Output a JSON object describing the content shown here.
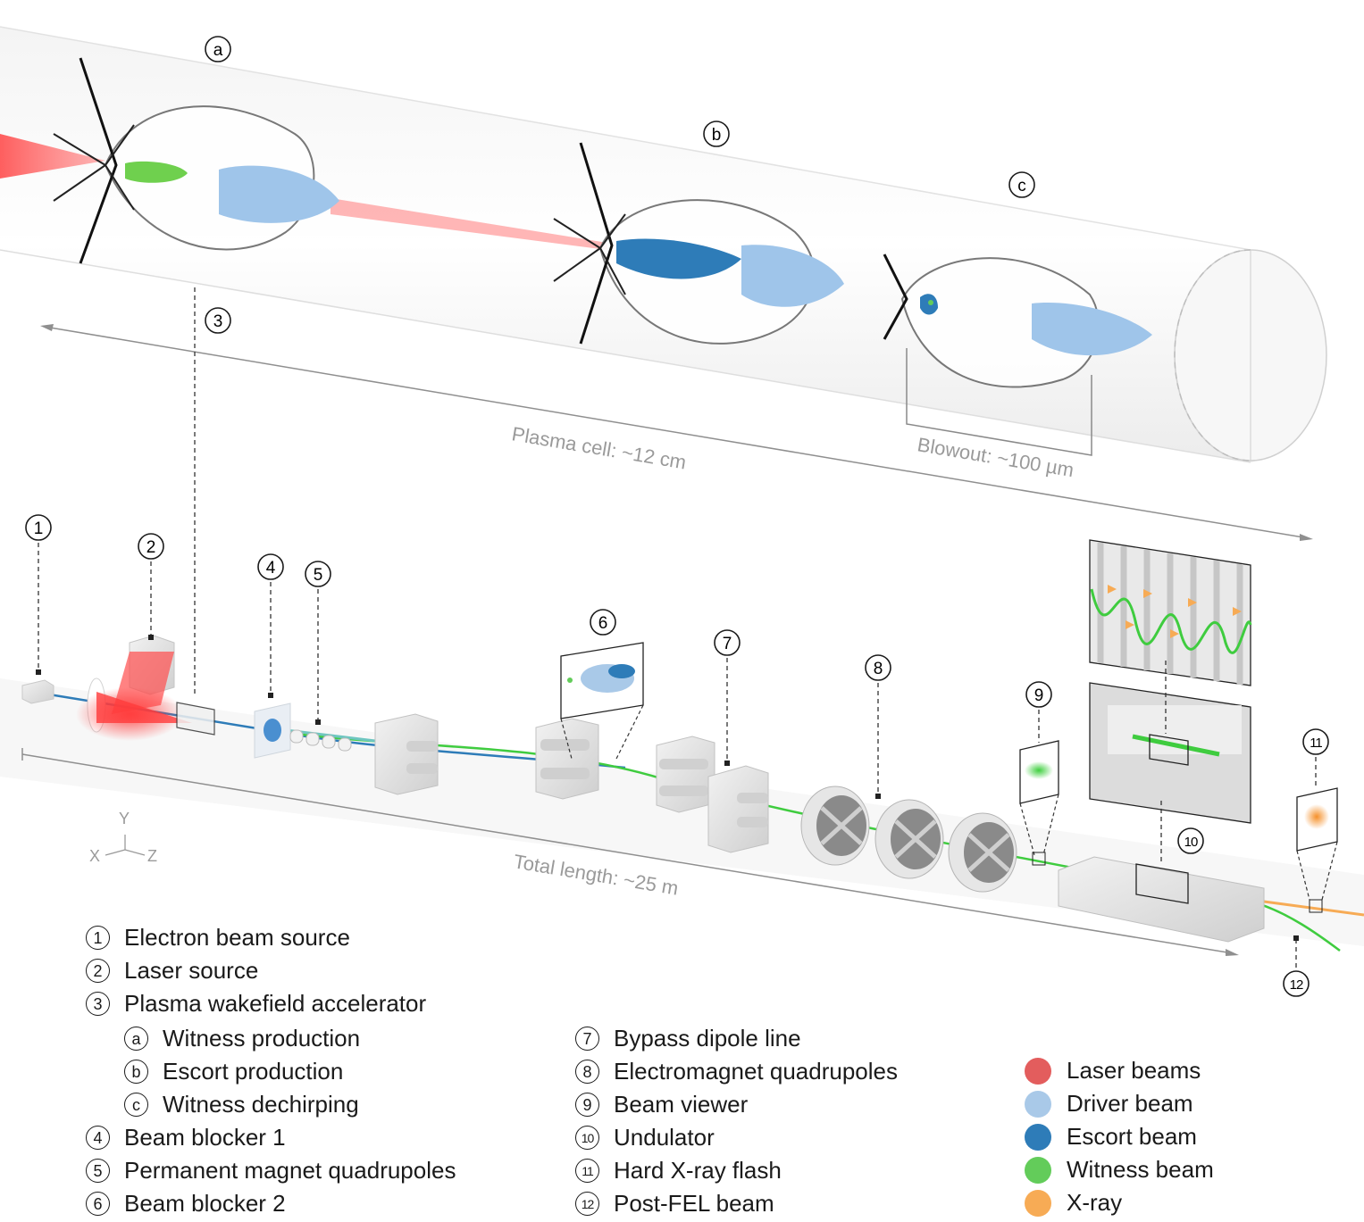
{
  "plasma": {
    "stages": [
      {
        "symbol": "a"
      },
      {
        "symbol": "b"
      },
      {
        "symbol": "c"
      }
    ],
    "callout_symbol": "3",
    "cell_length_label": "Plasma cell: ~12 cm",
    "blowout_label": "Blowout: ~100 µm"
  },
  "beamline": {
    "callouts": [
      "1",
      "2",
      "4",
      "5",
      "6",
      "7",
      "8",
      "9",
      "10",
      "11",
      "12"
    ],
    "total_length_label": "Total length: ~25 m",
    "axes": {
      "x": "X",
      "y": "Y",
      "z": "Z"
    }
  },
  "legend": {
    "col1": [
      {
        "symbol": "1",
        "label": "Electron beam source"
      },
      {
        "symbol": "2",
        "label": "Laser source"
      },
      {
        "symbol": "3",
        "label": "Plasma wakefield accelerator"
      },
      {
        "symbol": "a",
        "label": "Witness production",
        "indent": true
      },
      {
        "symbol": "b",
        "label": "Escort production",
        "indent": true
      },
      {
        "symbol": "c",
        "label": "Witness dechirping",
        "indent": true
      },
      {
        "symbol": "4",
        "label": "Beam blocker 1"
      },
      {
        "symbol": "5",
        "label": "Permanent magnet quadrupoles"
      },
      {
        "symbol": "6",
        "label": "Beam blocker 2"
      }
    ],
    "col2": [
      {
        "symbol": "7",
        "label": "Bypass dipole line"
      },
      {
        "symbol": "8",
        "label": "Electromagnet quadrupoles"
      },
      {
        "symbol": "9",
        "label": "Beam viewer"
      },
      {
        "symbol": "10",
        "label": "Undulator"
      },
      {
        "symbol": "11",
        "label": "Hard X-ray flash"
      },
      {
        "symbol": "12",
        "label": "Post-FEL beam"
      }
    ],
    "colors": [
      {
        "label": "Laser beams",
        "color": "#e35d5d"
      },
      {
        "label": "Driver beam",
        "color": "#a9c9e8"
      },
      {
        "label": "Escort beam",
        "color": "#2e7cb8"
      },
      {
        "label": "Witness beam",
        "color": "#63cc5a"
      },
      {
        "label": "X-ray",
        "color": "#f7ab55"
      }
    ]
  }
}
